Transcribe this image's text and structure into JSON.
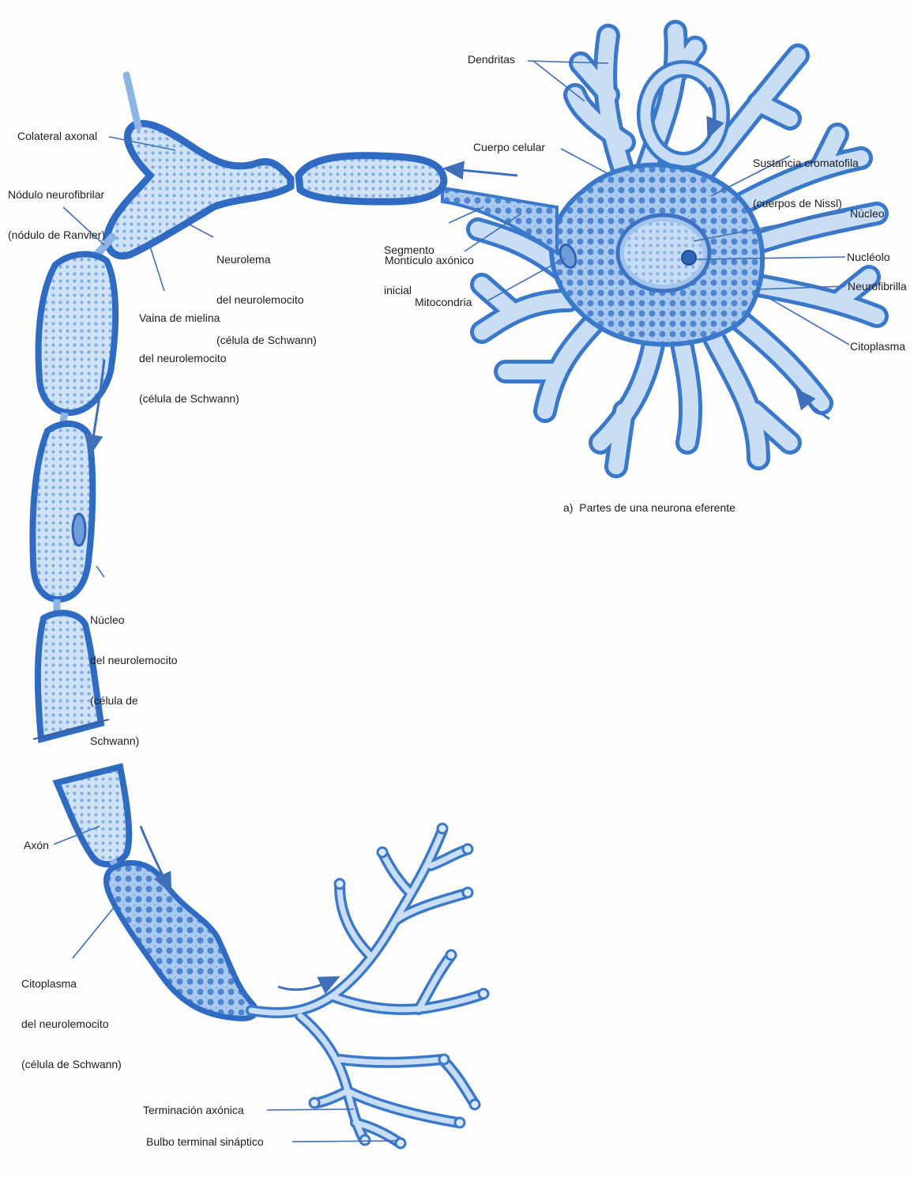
{
  "colors": {
    "membrane": "#3a78c9",
    "fill": "#b9d4f0",
    "dots": "#6d9fdc",
    "nucleus": "#9ec2ea",
    "leader": "#3f6fb8",
    "text": "#1c1c22"
  },
  "caption": "a)  Partes de una neurona eferente",
  "labels": {
    "dendritas": "Dendritas",
    "cuerpo_celular": "Cuerpo celular",
    "sustancia_1": "Sustancia cromatofila",
    "sustancia_2": "(cuerpos de Nissl)",
    "nucleo": "Núcleo",
    "nucleolo": "Nucléolo",
    "neurofibrilla": "Neurofibrilla",
    "citoplasma": "Citoplasma",
    "segmento_1": "Segmento",
    "segmento_2": "inicial",
    "monticulo": "Montículo axónico",
    "mitocondria": "Mitocondria",
    "colateral": "Colateral axonal",
    "nodulo_1": "Nódulo neurofibrilar",
    "nodulo_2": "(nódulo de Ranvier)",
    "neurolema_1": "Neurolema",
    "neurolema_2": "del neurolemocito",
    "neurolema_3": "(célula de Schwann)",
    "vaina_1": "Vaina de mielina",
    "vaina_2": "del neurolemocito",
    "vaina_3": "(célula de Schwann)",
    "nucleo_neuro_1": "Núcleo",
    "nucleo_neuro_2": "del neurolemocito",
    "nucleo_neuro_3": "(célula de",
    "nucleo_neuro_4": "Schwann)",
    "axon": "Axón",
    "citoplasma_neuro_1": "Citoplasma",
    "citoplasma_neuro_2": "del neurolemocito",
    "citoplasma_neuro_3": "(célula de Schwann)",
    "terminacion": "Terminación axónica",
    "bulbo": "Bulbo terminal sináptico"
  }
}
